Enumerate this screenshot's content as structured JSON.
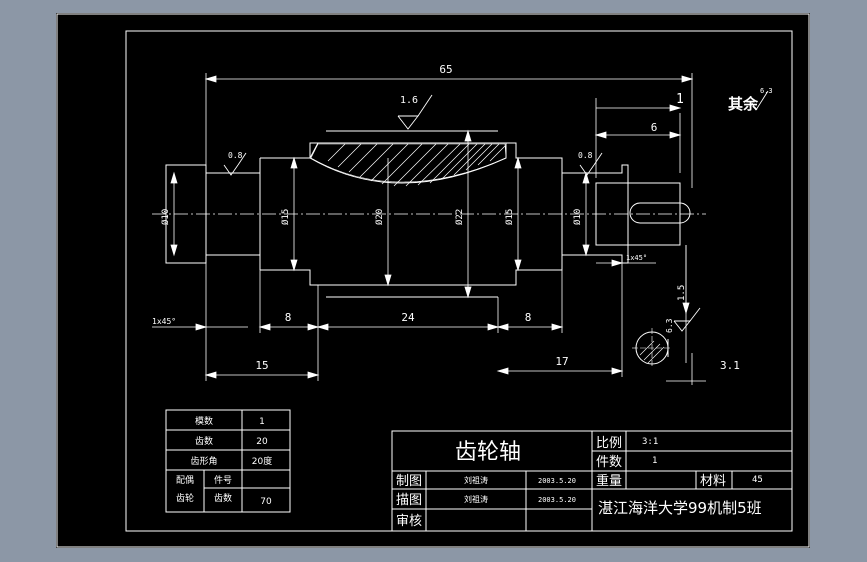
{
  "title_block": {
    "part_name": "齿轮轴",
    "scale_label": "比例",
    "scale_value": "3:1",
    "qty_label": "件数",
    "qty_value": "1",
    "weight_label": "重量",
    "material_label": "材料",
    "material_value": "45",
    "drawn_label": "制图",
    "drawn_by": "刘祖涛",
    "drawn_date": "2003.5.20",
    "traced_label": "描图",
    "traced_by": "刘祖涛",
    "traced_date": "2003.5.20",
    "check_label": "审核",
    "school": "湛江海洋大学99机制5班"
  },
  "gear_params": {
    "module_label": "模数",
    "module_value": "1",
    "teeth_label": "齿数",
    "teeth_value": "20",
    "angle_label": "齿形角",
    "angle_value": "20度",
    "mate_label1": "配偶",
    "mate_label2": "齿轮",
    "part_no_label": "件号",
    "mate_teeth_label": "齿数",
    "mate_teeth_value": "70"
  },
  "dimensions": {
    "overall_length": "65",
    "left_shoulder": "15",
    "left_step": "8",
    "gear_width": "24",
    "right_step": "8",
    "right_length": "17",
    "keyway_offset": "6",
    "dia_10_left": "Ø10",
    "dia_15_left": "Ø15",
    "dia_20": "Ø20",
    "dia_22": "Ø22",
    "dia_15_right": "Ø15",
    "dia_10_right": "Ø10",
    "chamfer": "1x45°",
    "chamfer_right": "1x45°",
    "key_depth": "1.5",
    "key_width": "3.1",
    "key_dim_6": "6"
  },
  "roughness": {
    "gear_face": "1.6",
    "left_journal": "0.8",
    "right_journal": "0.8",
    "keyway": "6.3",
    "general_label": "其余",
    "general_value": "6.3",
    "slot_mark": "1"
  }
}
